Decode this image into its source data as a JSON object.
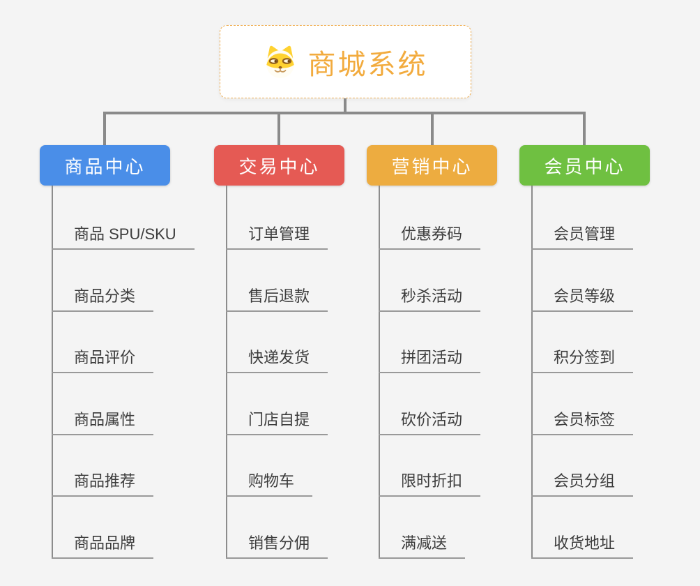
{
  "root": {
    "title": "商城系统",
    "icon": "shiba-dog-icon",
    "text_color": "#F2AB3E",
    "border_color": "#F0B055"
  },
  "theme": {
    "background": "#f4f4f4",
    "connector_color": "#8a8a8a",
    "trunk_color": "#8c8c8c",
    "underline_color": "#999999",
    "child_text_color": "#3c3c3c"
  },
  "branches": [
    {
      "label": "商品中心",
      "color": "#4A8EE8",
      "children": [
        "商品 SPU/SKU",
        "商品分类",
        "商品评价",
        "商品属性",
        "商品推荐",
        "商品品牌"
      ]
    },
    {
      "label": "交易中心",
      "color": "#E55A54",
      "children": [
        "订单管理",
        "售后退款",
        "快递发货",
        "门店自提",
        "购物车",
        "销售分佣"
      ]
    },
    {
      "label": "营销中心",
      "color": "#EDAC40",
      "children": [
        "优惠券码",
        "秒杀活动",
        "拼团活动",
        "砍价活动",
        "限时折扣",
        "满减送"
      ]
    },
    {
      "label": "会员中心",
      "color": "#6FC041",
      "children": [
        "会员管理",
        "会员等级",
        "积分签到",
        "会员标签",
        "会员分组",
        "收货地址"
      ]
    }
  ]
}
